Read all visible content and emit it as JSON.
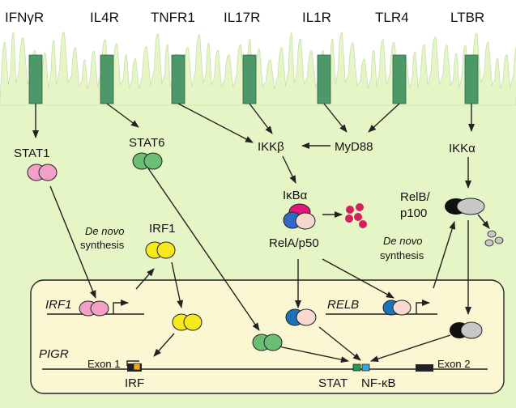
{
  "receptors": [
    "IFNγR",
    "IL4R",
    "TNFR1",
    "IL17R",
    "IL1R",
    "TLR4",
    "LTBR"
  ],
  "cytoplasm": {
    "stat1": "STAT1",
    "stat6": "STAT6",
    "ikkb": "IKKβ",
    "myd88": "MyD88",
    "ikka": "IKKα",
    "ikba": "IκBα",
    "relap50": "RelA/p50",
    "irf1": "IRF1",
    "relb_p100_line1": "RelB/",
    "relb_p100_line2": "p100",
    "denovo_left_1": "De novo",
    "denovo_left_2": "synthesis",
    "denovo_right_1": "De novo",
    "denovo_right_2": "synthesis"
  },
  "nucleus": {
    "irf1_gene": "IRF1",
    "relb_gene": "RELB",
    "pigr_gene": "PIGR",
    "exon1": "Exon 1",
    "exon2": "Exon 2",
    "irf_site": "IRF",
    "stat_site": "STAT",
    "nfkb_site": "NF-κB"
  },
  "colors": {
    "cell": "#e6f5c6",
    "nucleus": "#fbf7d2",
    "receptor": "#4d9868",
    "stat1": "#f2a0c8",
    "stat6": "#6bbf74",
    "irf1": "#f6ea1f",
    "relb": "#c8c8c8",
    "black_sub": "#111111",
    "rela": "#f7d9d2",
    "p50": "#1e73b8",
    "ikba_pink": "#e4147a",
    "ikba_blue": "#2f68c6",
    "ikba_cream": "#f3d9c9",
    "fragment": "#d3205f",
    "exon": "#222222",
    "irf_box": "#f0a91b",
    "stat_box": "#1c9e55",
    "nfkb_box": "#3aa4dc"
  }
}
